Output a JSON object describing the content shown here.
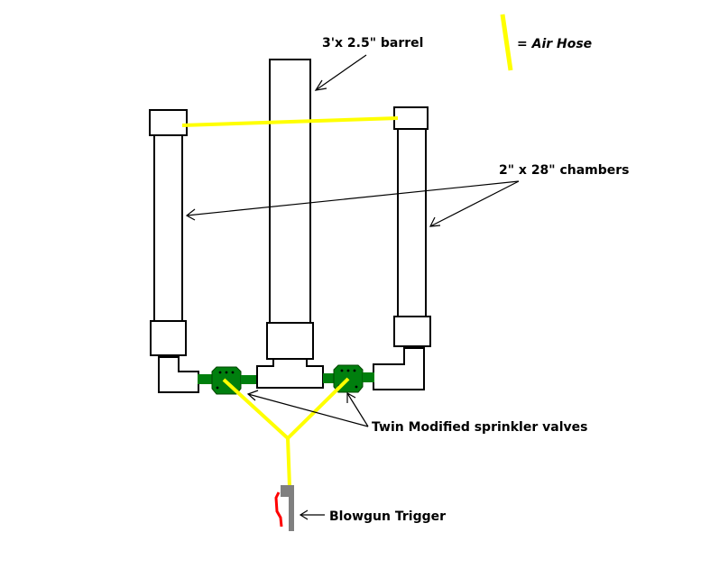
{
  "labels": {
    "barrel": "3'x 2.5\" barrel",
    "legend": "= Air Hose",
    "chambers": "2\" x 28\" chambers",
    "valves": "Twin Modified sprinkler valves",
    "trigger": "Blowgun Trigger"
  },
  "colors": {
    "air_hose": "#ffff00",
    "valve": "#007f0e",
    "trigger_body": "#808080",
    "trigger_wire": "#ff0000",
    "outline": "#000000"
  }
}
